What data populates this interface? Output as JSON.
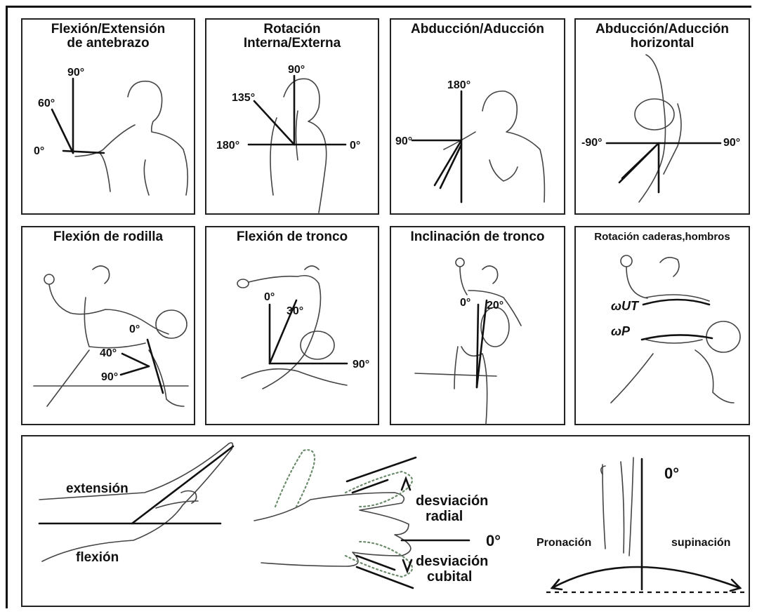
{
  "panels": [
    {
      "title_line1": "Flexión/Extensión",
      "title_line2": "de antebrazo",
      "labels": [
        "90°",
        "60°",
        "0°"
      ]
    },
    {
      "title_line1": "Rotación",
      "title_line2": "Interna/Externa",
      "labels": [
        "90°",
        "135°",
        "180°",
        "0°"
      ]
    },
    {
      "title_line1": "Abducción/Aducción",
      "labels": [
        "180°",
        "90°"
      ]
    },
    {
      "title_line1": "Abducción/Aducción",
      "title_line2": "horizontal",
      "labels": [
        "-90°",
        "90°"
      ]
    },
    {
      "title_line1": "Flexión de rodilla",
      "labels": [
        "0°",
        "40°",
        "90°"
      ]
    },
    {
      "title_line1": "Flexión de tronco",
      "labels": [
        "0°",
        "30°",
        "90°"
      ]
    },
    {
      "title_line1": "Inclinación de tronco",
      "labels": [
        "0°",
        "20°"
      ]
    },
    {
      "title_line1": "Rotación caderas,hombros",
      "labels": [
        "ωUT",
        "ωP"
      ]
    }
  ],
  "bottom": {
    "wrist": {
      "extension": "extensión",
      "flexion": "flexión"
    },
    "deviation": {
      "radial_line1": "desviación",
      "radial_line2": "radial",
      "zero": "0°",
      "cubital_line1": "desviación",
      "cubital_line2": "cubital"
    },
    "forearm": {
      "zero": "0°",
      "pronation": "Pronación",
      "supination": "supinación"
    }
  }
}
